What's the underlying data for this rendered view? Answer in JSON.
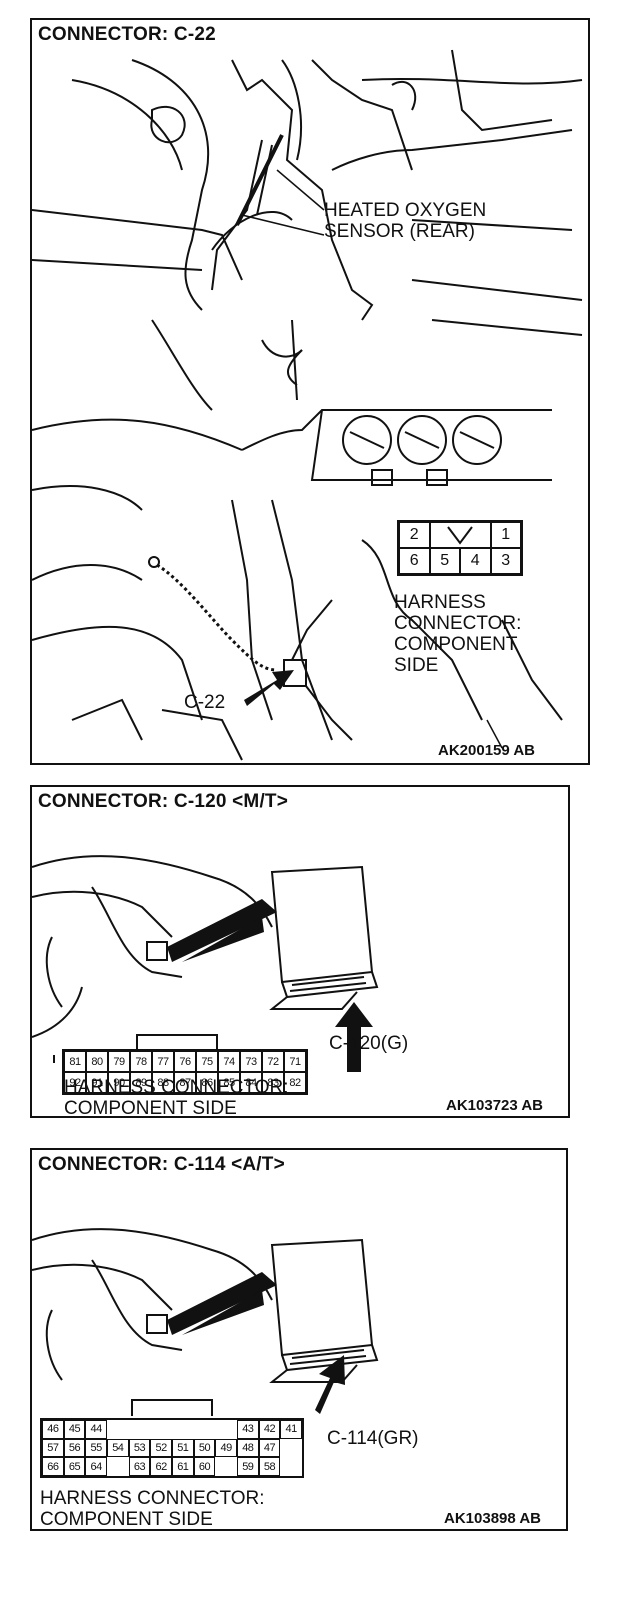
{
  "panels": [
    {
      "title": "CONNECTOR: C-22",
      "sensor_label": [
        "HEATED OXYGEN",
        "SENSOR (REAR)"
      ],
      "connector_callout": "C-22",
      "pin_rows": [
        [
          "2",
          "",
          "1"
        ],
        [
          "6",
          "5",
          "4",
          "3"
        ]
      ],
      "harness_label": [
        "HARNESS",
        "CONNECTOR:",
        "COMPONENT",
        "SIDE"
      ],
      "figure_code": "AK200159 AB"
    },
    {
      "title": "CONNECTOR: C-120 <M/T>",
      "connector_callout": "C-120(G)",
      "pin_rows": [
        [
          "81",
          "80",
          "79",
          "78",
          "77",
          "76",
          "75",
          "74",
          "73",
          "72",
          "71"
        ],
        [
          "92",
          "91",
          "90",
          "89",
          "88",
          "87",
          "86",
          "85",
          "84",
          "83",
          "82"
        ]
      ],
      "harness_label": [
        "HARNESS CONNECTOR:",
        "COMPONENT SIDE"
      ],
      "figure_code": "AK103723 AB"
    },
    {
      "title": "CONNECTOR: C-114 <A/T>",
      "connector_callout": "C-114(GR)",
      "pin_rows": [
        [
          "46",
          "45",
          "44",
          "",
          "",
          "",
          "",
          "",
          "",
          "43",
          "42",
          "41"
        ],
        [
          "57",
          "56",
          "55",
          "54",
          "53",
          "52",
          "51",
          "50",
          "49",
          "48",
          "47"
        ],
        [
          "66",
          "65",
          "64",
          "",
          "63",
          "62",
          "61",
          "60",
          "",
          "59",
          "58"
        ]
      ],
      "harness_label": [
        "HARNESS CONNECTOR:",
        "COMPONENT SIDE"
      ],
      "figure_code": "AK103898 AB"
    }
  ]
}
